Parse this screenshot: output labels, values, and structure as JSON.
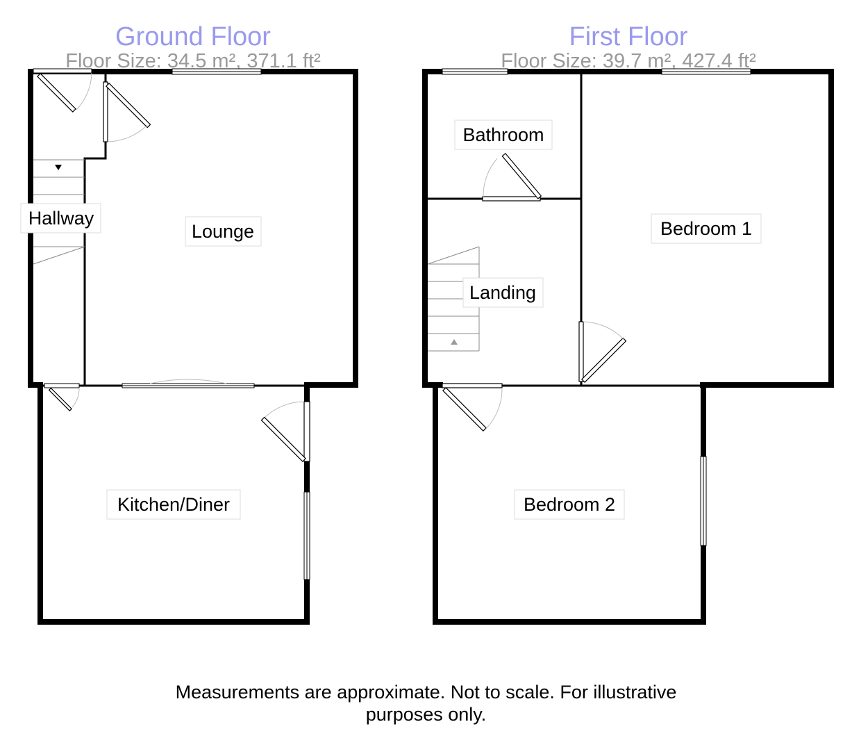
{
  "floors": [
    {
      "title": "Ground Floor",
      "size": "Floor Size: 34.5 m², 371.1 ft²",
      "rooms": [
        "Hallway",
        "Lounge",
        "Kitchen/Diner"
      ]
    },
    {
      "title": "First Floor",
      "size": "Floor Size: 39.7 m², 427.4 ft²",
      "rooms": [
        "Bathroom",
        "Bedroom 1",
        "Landing",
        "Bedroom 2"
      ]
    }
  ],
  "disclaimer": "Measurements are approximate. Not to scale. For illustrative purposes only.",
  "colors": {
    "title": "#9999ee",
    "size": "#999999",
    "wall": "#000000"
  }
}
